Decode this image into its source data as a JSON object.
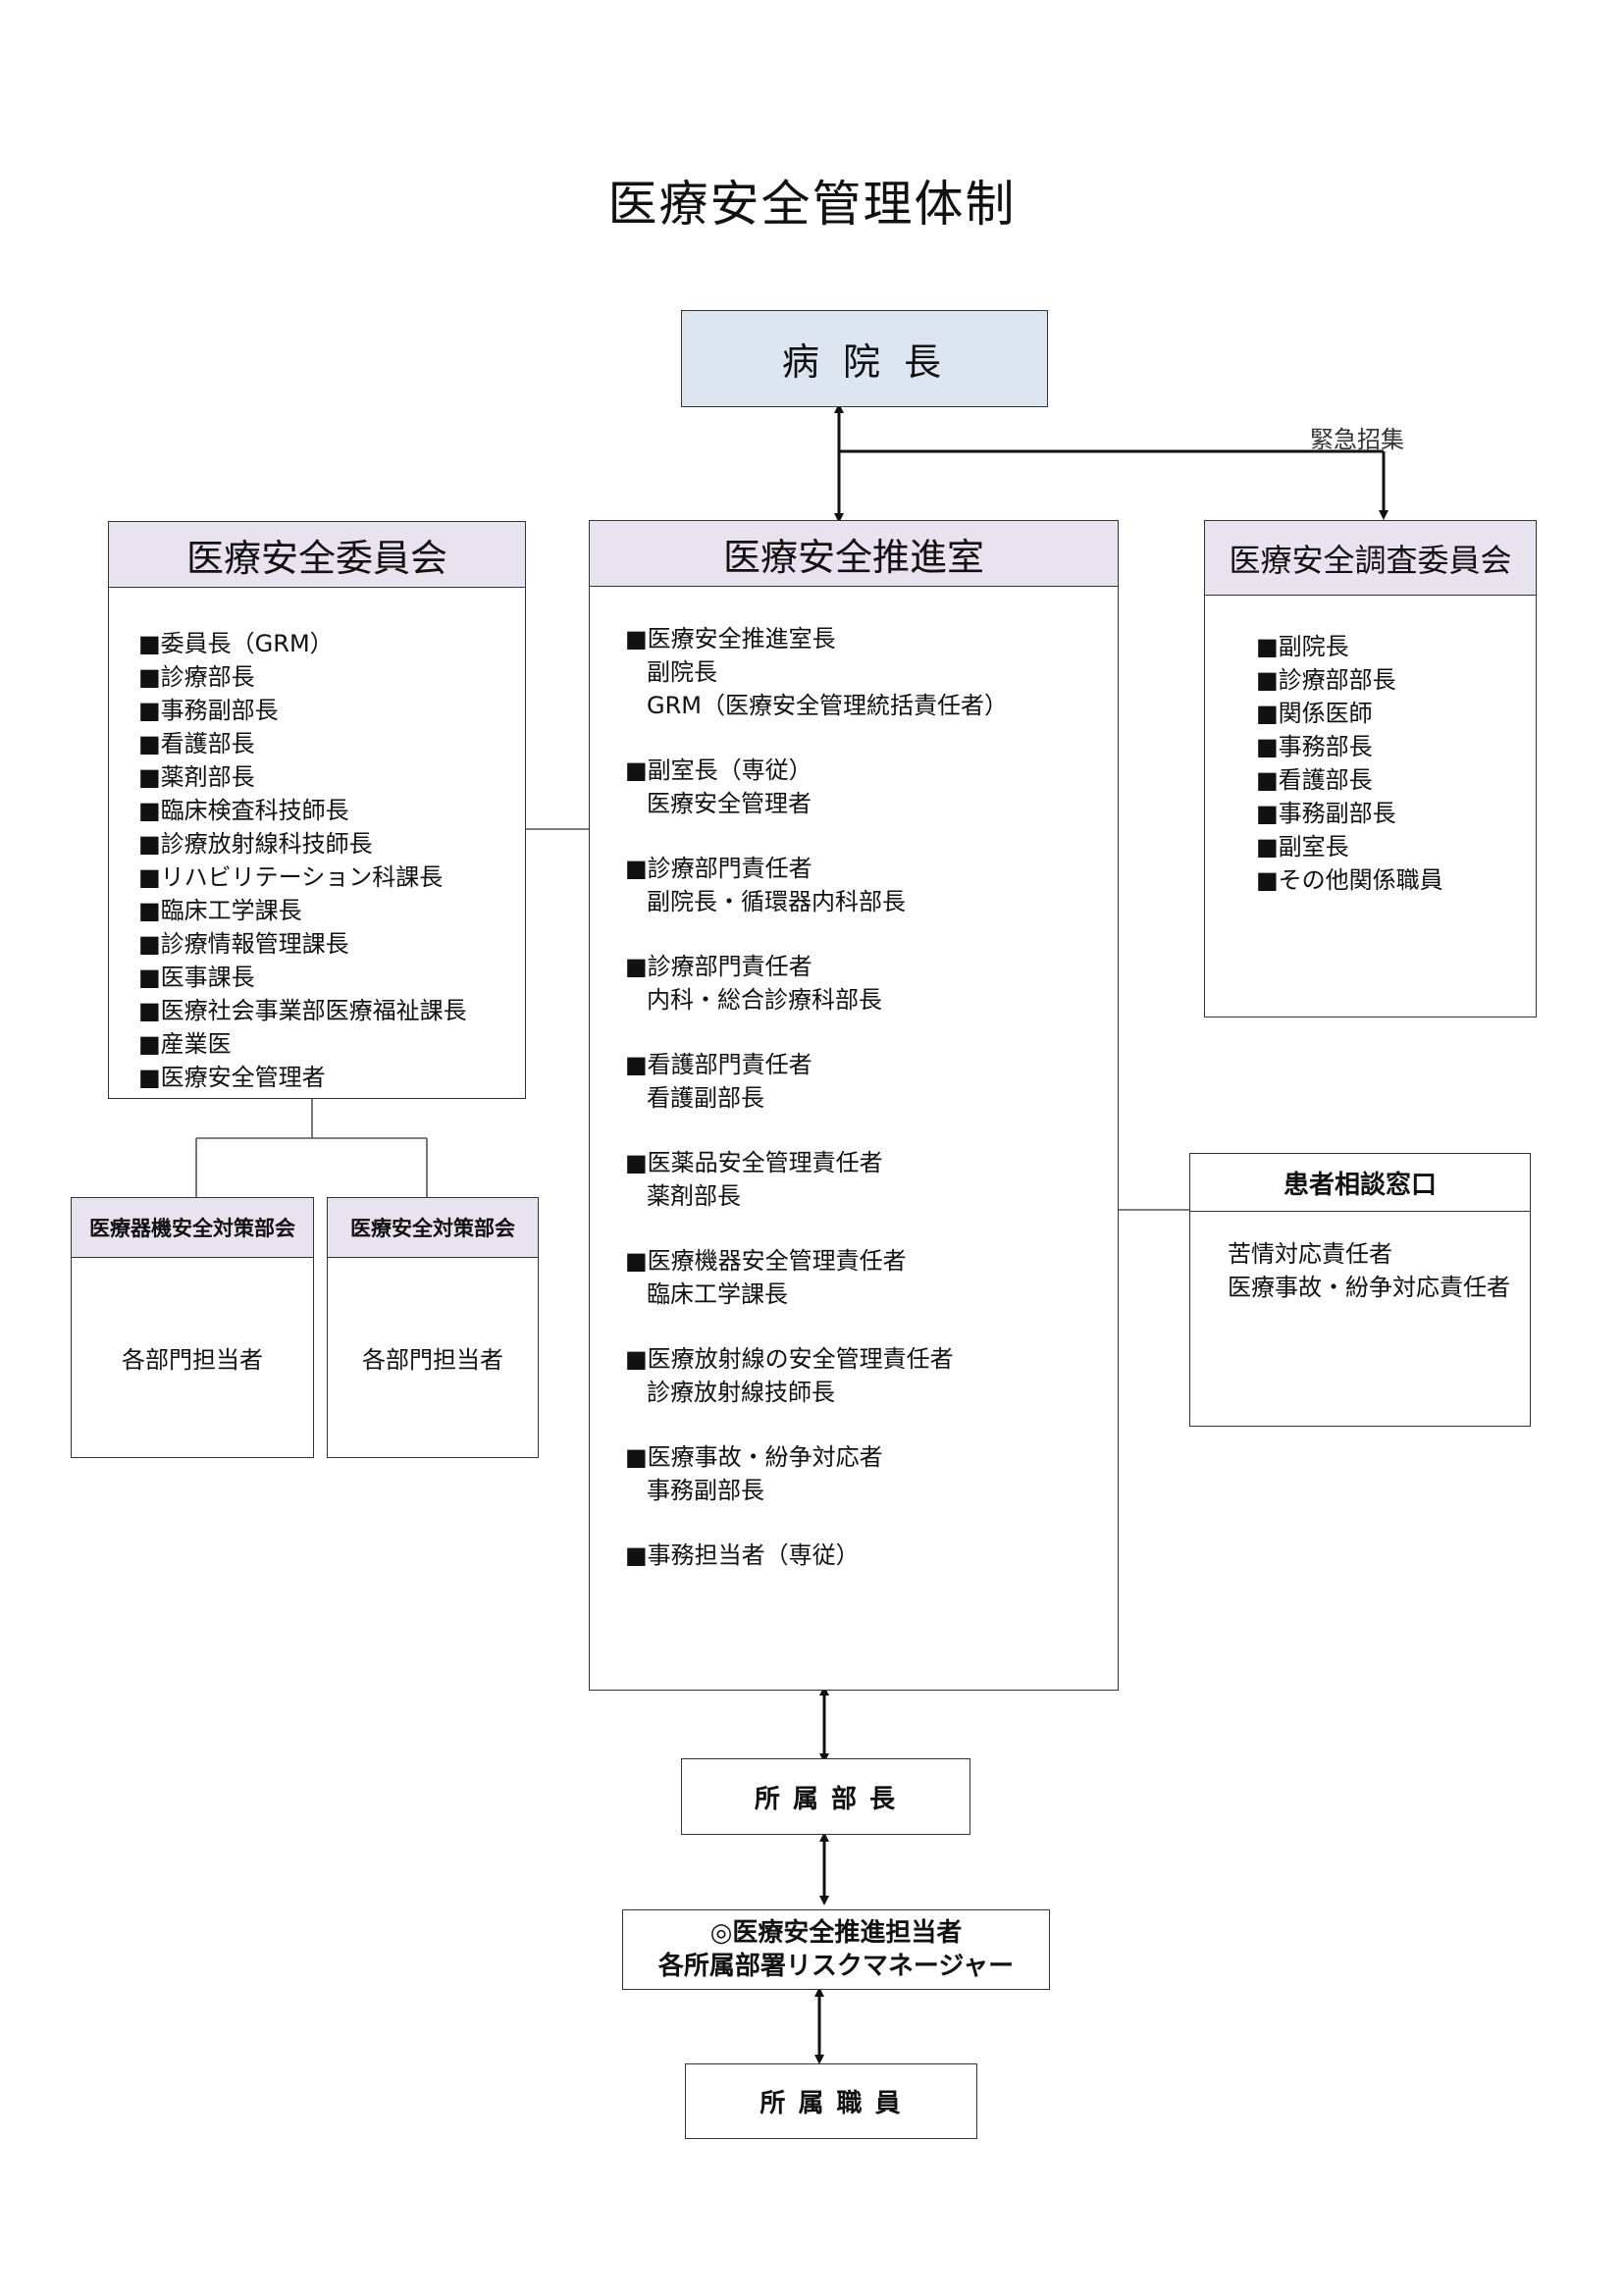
{
  "title": "医療安全管理体制",
  "director": "病 院 長",
  "emergency_label": "緊急招集",
  "committee": {
    "title": "医療安全委員会",
    "members": [
      "■委員長（GRM）",
      "■診療部長",
      "■事務副部長",
      "■看護部長",
      "■薬剤部長",
      "■臨床検査科技師長",
      "■診療放射線科技師長",
      "■リハビリテーション科課長",
      "■臨床工学課長",
      "■診療情報管理課長",
      "■医事課長",
      "■医療社会事業部医療福祉課長",
      "■産業医",
      "■医療安全管理者"
    ]
  },
  "promotion_office": {
    "title": "医療安全推進室",
    "groups": [
      {
        "head": "■医療安全推進室長",
        "subs": [
          "副院長",
          "GRM（医療安全管理統括責任者）"
        ]
      },
      {
        "head": "■副室長（専従）",
        "subs": [
          "医療安全管理者"
        ]
      },
      {
        "head": "■診療部門責任者",
        "subs": [
          "副院長・循環器内科部長"
        ]
      },
      {
        "head": "■診療部門責任者",
        "subs": [
          "内科・総合診療科部長"
        ]
      },
      {
        "head": "■看護部門責任者",
        "subs": [
          "看護副部長"
        ]
      },
      {
        "head": "■医薬品安全管理責任者",
        "subs": [
          "薬剤部長"
        ]
      },
      {
        "head": "■医療機器安全管理責任者",
        "subs": [
          "臨床工学課長"
        ]
      },
      {
        "head": "■医療放射線の安全管理責任者",
        "subs": [
          "診療放射線技師長"
        ]
      },
      {
        "head": "■医療事故・紛争対応者",
        "subs": [
          "事務副部長"
        ]
      },
      {
        "head": "■事務担当者（専従）",
        "subs": []
      }
    ]
  },
  "investigation": {
    "title": "医療安全調査委員会",
    "members": [
      "■副院長",
      "■診療部部長",
      "■関係医師",
      "■事務部長",
      "■看護部長",
      "■事務副部長",
      "■副室長",
      "■その他関係職員"
    ]
  },
  "sub_committees": [
    {
      "title": "医療器機安全対策部会",
      "body": "各部門担当者"
    },
    {
      "title": "医療安全対策部会",
      "body": "各部門担当者"
    }
  ],
  "patient_consult": {
    "title": "患者相談窓口",
    "members": [
      "苦情対応責任者",
      "医療事故・紛争対応責任者"
    ]
  },
  "chain": {
    "dept_head": "所 属 部 長",
    "promoter_line1": "◎医療安全推進担当者",
    "promoter_line2": "各所属部署リスクマネージャー",
    "staff": "所 属 職 員"
  }
}
